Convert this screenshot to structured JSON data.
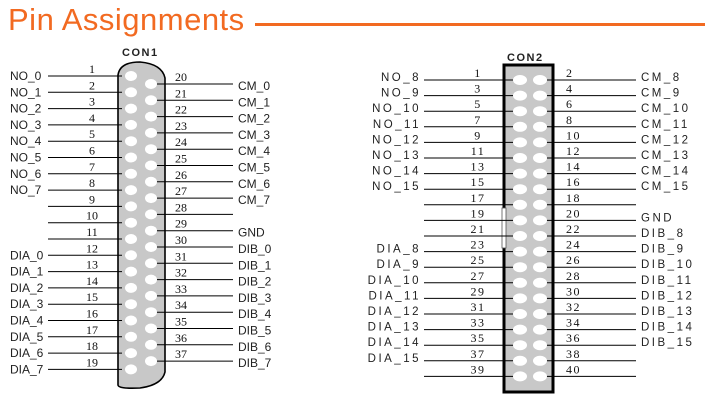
{
  "title": "Pin Assignments",
  "colors": {
    "accent": "#f26a21",
    "connector_fill": "#c8c8c8"
  },
  "con1": {
    "name": "CON1",
    "left_pins": [
      {
        "pin": "1",
        "label": "NO_0"
      },
      {
        "pin": "2",
        "label": "NO_1"
      },
      {
        "pin": "3",
        "label": "NO_2"
      },
      {
        "pin": "4",
        "label": "NO_3"
      },
      {
        "pin": "5",
        "label": "NO_4"
      },
      {
        "pin": "6",
        "label": "NO_5"
      },
      {
        "pin": "7",
        "label": "NO_6"
      },
      {
        "pin": "8",
        "label": "NO_7"
      },
      {
        "pin": "9",
        "label": ""
      },
      {
        "pin": "10",
        "label": ""
      },
      {
        "pin": "11",
        "label": ""
      },
      {
        "pin": "12",
        "label": "DIA_0"
      },
      {
        "pin": "13",
        "label": "DIA_1"
      },
      {
        "pin": "14",
        "label": "DIA_2"
      },
      {
        "pin": "15",
        "label": "DIA_3"
      },
      {
        "pin": "16",
        "label": "DIA_4"
      },
      {
        "pin": "17",
        "label": "DIA_5"
      },
      {
        "pin": "18",
        "label": "DIA_6"
      },
      {
        "pin": "19",
        "label": "DIA_7"
      }
    ],
    "right_pins": [
      {
        "pin": "20",
        "label": "CM_0"
      },
      {
        "pin": "21",
        "label": "CM_1"
      },
      {
        "pin": "22",
        "label": "CM_2"
      },
      {
        "pin": "23",
        "label": "CM_3"
      },
      {
        "pin": "24",
        "label": "CM_4"
      },
      {
        "pin": "25",
        "label": "CM_5"
      },
      {
        "pin": "26",
        "label": "CM_6"
      },
      {
        "pin": "27",
        "label": "CM_7"
      },
      {
        "pin": "28",
        "label": ""
      },
      {
        "pin": "29",
        "label": "GND"
      },
      {
        "pin": "30",
        "label": "DIB_0"
      },
      {
        "pin": "31",
        "label": "DIB_1"
      },
      {
        "pin": "32",
        "label": "DIB_2"
      },
      {
        "pin": "33",
        "label": "DIB_3"
      },
      {
        "pin": "34",
        "label": "DIB_4"
      },
      {
        "pin": "35",
        "label": "DIB_5"
      },
      {
        "pin": "36",
        "label": "DIB_6"
      },
      {
        "pin": "37",
        "label": "DIB_7"
      }
    ]
  },
  "con2": {
    "name": "CON2",
    "left_pins": [
      {
        "pin": "1",
        "label": "NO_8"
      },
      {
        "pin": "3",
        "label": "NO_9"
      },
      {
        "pin": "5",
        "label": "NO_10"
      },
      {
        "pin": "7",
        "label": "NO_11"
      },
      {
        "pin": "9",
        "label": "NO_12"
      },
      {
        "pin": "11",
        "label": "NO_13"
      },
      {
        "pin": "13",
        "label": "NO_14"
      },
      {
        "pin": "15",
        "label": "NO_15"
      },
      {
        "pin": "17",
        "label": ""
      },
      {
        "pin": "19",
        "label": ""
      },
      {
        "pin": "21",
        "label": ""
      },
      {
        "pin": "23",
        "label": "DIA_8"
      },
      {
        "pin": "25",
        "label": "DIA_9"
      },
      {
        "pin": "27",
        "label": "DIA_10"
      },
      {
        "pin": "29",
        "label": "DIA_11"
      },
      {
        "pin": "31",
        "label": "DIA_12"
      },
      {
        "pin": "33",
        "label": "DIA_13"
      },
      {
        "pin": "35",
        "label": "DIA_14"
      },
      {
        "pin": "37",
        "label": "DIA_15"
      },
      {
        "pin": "39",
        "label": ""
      }
    ],
    "right_pins": [
      {
        "pin": "2",
        "label": "CM_8"
      },
      {
        "pin": "4",
        "label": "CM_9"
      },
      {
        "pin": "6",
        "label": "CM_10"
      },
      {
        "pin": "8",
        "label": "CM_11"
      },
      {
        "pin": "10",
        "label": "CM_12"
      },
      {
        "pin": "12",
        "label": "CM_13"
      },
      {
        "pin": "14",
        "label": "CM_14"
      },
      {
        "pin": "16",
        "label": "CM_15"
      },
      {
        "pin": "18",
        "label": ""
      },
      {
        "pin": "20",
        "label": "GND"
      },
      {
        "pin": "22",
        "label": "DIB_8"
      },
      {
        "pin": "24",
        "label": "DIB_9"
      },
      {
        "pin": "26",
        "label": "DIB_10"
      },
      {
        "pin": "28",
        "label": "DIB_11"
      },
      {
        "pin": "30",
        "label": "DIB_12"
      },
      {
        "pin": "32",
        "label": "DIB_13"
      },
      {
        "pin": "34",
        "label": "DIB_14"
      },
      {
        "pin": "36",
        "label": "DIB_15"
      },
      {
        "pin": "38",
        "label": ""
      },
      {
        "pin": "40",
        "label": ""
      }
    ]
  }
}
